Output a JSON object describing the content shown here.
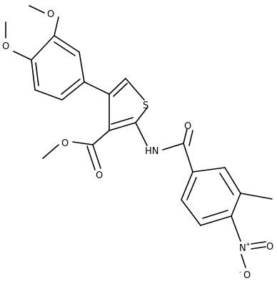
{
  "atoms": {
    "o_top_methoxy": "O",
    "o_left_methoxy": "O",
    "s_thiophene": "S",
    "o_amide": "O",
    "hn_amide": "HN",
    "o_ester_single": "O",
    "o_ester_double": "O",
    "n_nitro": "N",
    "n_nitro_charge": "+",
    "o_nitro_top": "O",
    "o_nitro_bottom": "O",
    "o_nitro_bottom_charge": "-"
  }
}
